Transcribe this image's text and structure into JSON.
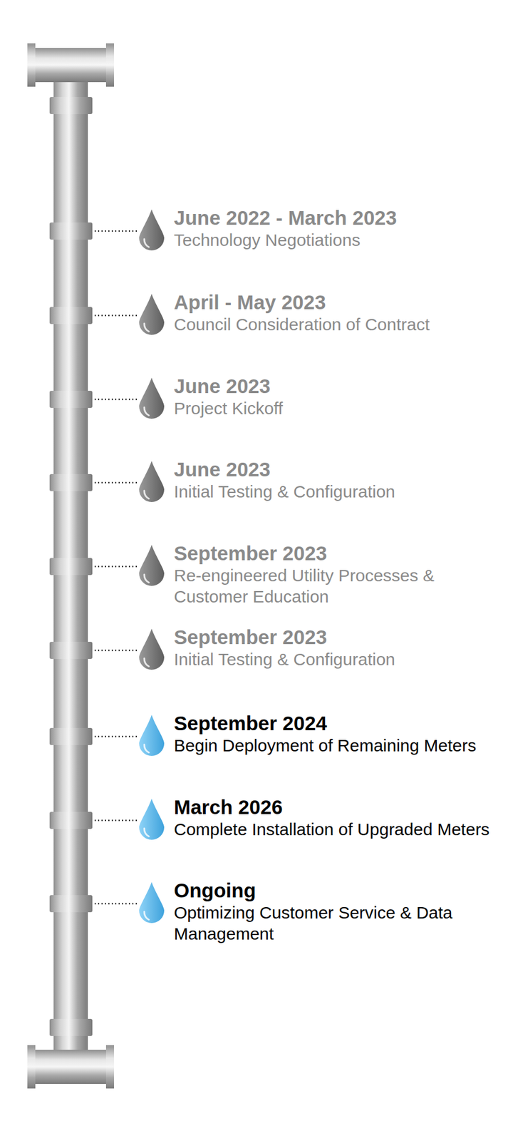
{
  "diagram": {
    "labels": [
      "June 2022 - March 2023",
      "Technology Negotiations",
      "April - May 2023",
      "Council Consideration of Contract",
      "June 2023",
      "Project Kickoff",
      "June 2023",
      "Initial Testing & Configuration",
      "September 2023",
      "Re-engineered Utility Processes & Customer Education",
      "September 2023",
      "Initial Testing & Configuration",
      "September 2024",
      "Begin Deployment of Remaining Meters",
      "March 2026",
      "Complete Installation of Upgraded Meters",
      "Ongoing",
      "Optimizing Customer Service & Data Management"
    ]
  }
}
